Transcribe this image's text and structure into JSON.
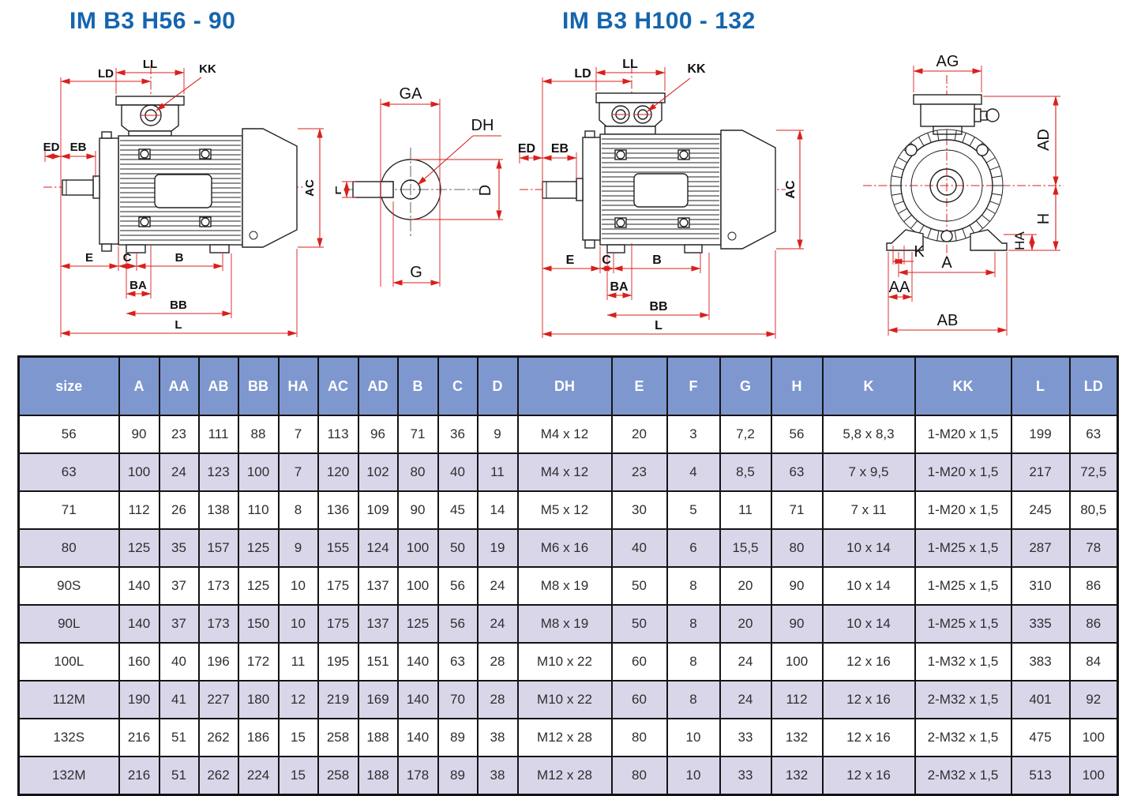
{
  "page": {
    "title_left": "IM B3 H56 - 90",
    "title_right": "IM B3 H100 - 132"
  },
  "colors": {
    "title_blue": "#1565ae",
    "dimension_red": "#d8201c",
    "drawing_black": "#222222",
    "table_header_bg": "#7e97cf",
    "table_header_text": "#ffffff",
    "table_row_alt_bg": "#d9d6ea",
    "table_border": "#141414"
  },
  "dim_labels": {
    "LD": "LD",
    "LL": "LL",
    "KK": "KK",
    "ED": "ED",
    "EB": "EB",
    "AC": "AC",
    "E": "E",
    "C": "C",
    "B": "B",
    "BA": "BA",
    "BB": "BB",
    "L": "L",
    "GA": "GA",
    "DH": "DH",
    "F": "F",
    "D": "D",
    "G": "G",
    "AG": "AG",
    "AD": "AD",
    "H": "H",
    "HA": "HA",
    "K": "K",
    "A": "A",
    "AA": "AA",
    "AB": "AB"
  },
  "table": {
    "headers": [
      "size",
      "A",
      "AA",
      "AB",
      "BB",
      "HA",
      "AC",
      "AD",
      "B",
      "C",
      "D",
      "DH",
      "E",
      "F",
      "G",
      "H",
      "K",
      "KK",
      "L",
      "LD"
    ],
    "rows": [
      [
        "56",
        "90",
        "23",
        "111",
        "88",
        "7",
        "113",
        "96",
        "71",
        "36",
        "9",
        "M4 x 12",
        "20",
        "3",
        "7,2",
        "56",
        "5,8 x 8,3",
        "1-M20 x 1,5",
        "199",
        "63"
      ],
      [
        "63",
        "100",
        "24",
        "123",
        "100",
        "7",
        "120",
        "102",
        "80",
        "40",
        "11",
        "M4 x 12",
        "23",
        "4",
        "8,5",
        "63",
        "7 x 9,5",
        "1-M20 x 1,5",
        "217",
        "72,5"
      ],
      [
        "71",
        "112",
        "26",
        "138",
        "110",
        "8",
        "136",
        "109",
        "90",
        "45",
        "14",
        "M5 x 12",
        "30",
        "5",
        "11",
        "71",
        "7 x 11",
        "1-M20 x 1,5",
        "245",
        "80,5"
      ],
      [
        "80",
        "125",
        "35",
        "157",
        "125",
        "9",
        "155",
        "124",
        "100",
        "50",
        "19",
        "M6 x 16",
        "40",
        "6",
        "15,5",
        "80",
        "10 x 14",
        "1-M25 x 1,5",
        "287",
        "78"
      ],
      [
        "90S",
        "140",
        "37",
        "173",
        "125",
        "10",
        "175",
        "137",
        "100",
        "56",
        "24",
        "M8 x 19",
        "50",
        "8",
        "20",
        "90",
        "10 x 14",
        "1-M25 x 1,5",
        "310",
        "86"
      ],
      [
        "90L",
        "140",
        "37",
        "173",
        "150",
        "10",
        "175",
        "137",
        "125",
        "56",
        "24",
        "M8 x 19",
        "50",
        "8",
        "20",
        "90",
        "10 x 14",
        "1-M25 x 1,5",
        "335",
        "86"
      ],
      [
        "100L",
        "160",
        "40",
        "196",
        "172",
        "11",
        "195",
        "151",
        "140",
        "63",
        "28",
        "M10 x 22",
        "60",
        "8",
        "24",
        "100",
        "12 x 16",
        "1-M32 x 1,5",
        "383",
        "84"
      ],
      [
        "112M",
        "190",
        "41",
        "227",
        "180",
        "12",
        "219",
        "169",
        "140",
        "70",
        "28",
        "M10 x 22",
        "60",
        "8",
        "24",
        "112",
        "12 x 16",
        "2-M32 x 1,5",
        "401",
        "92"
      ],
      [
        "132S",
        "216",
        "51",
        "262",
        "186",
        "15",
        "258",
        "188",
        "140",
        "89",
        "38",
        "M12 x 28",
        "80",
        "10",
        "33",
        "132",
        "12 x 16",
        "2-M32 x 1,5",
        "475",
        "100"
      ],
      [
        "132M",
        "216",
        "51",
        "262",
        "224",
        "15",
        "258",
        "188",
        "178",
        "89",
        "38",
        "M12 x 28",
        "80",
        "10",
        "33",
        "132",
        "12 x 16",
        "2-M32 x 1,5",
        "513",
        "100"
      ]
    ]
  }
}
